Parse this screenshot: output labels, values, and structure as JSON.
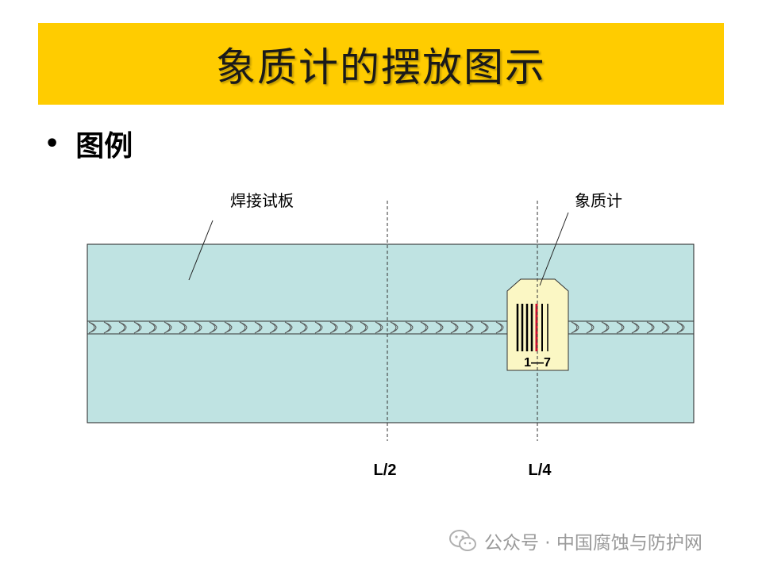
{
  "title": "象质计的摆放图示",
  "bullet": "图例",
  "labels": {
    "plate": "焊接试板",
    "iqi": "象质计",
    "iqi_range": "1—7",
    "half": "L/2",
    "quarter": "L/4"
  },
  "watermark": "公众号 · 中国腐蚀与防护网",
  "colors": {
    "title_bg": "#ffcc00",
    "plate_fill": "#bfe3e2",
    "iqi_fill": "#fbf7c4",
    "highlight_wire": "#d01030"
  }
}
